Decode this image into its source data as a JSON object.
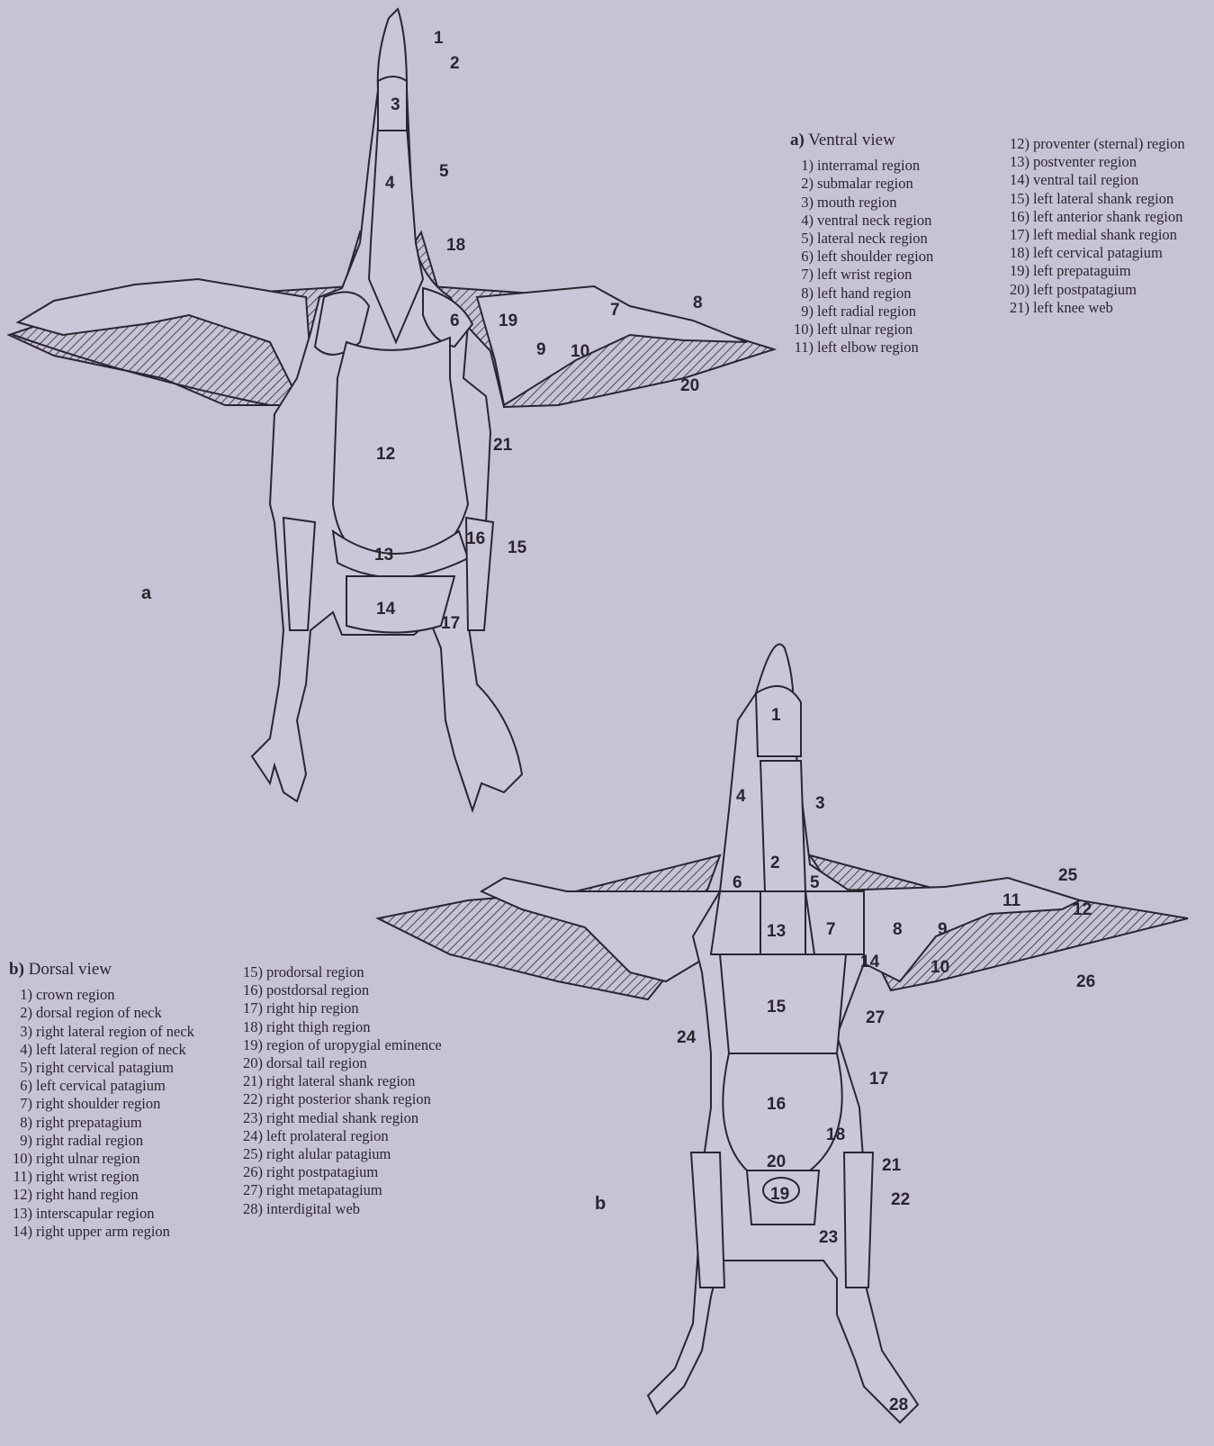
{
  "ventral": {
    "panel_letter": "a",
    "heading_letter": "a)",
    "heading_text": "Ventral view",
    "items_col1": [
      {
        "n": "1)",
        "t": "interramal region"
      },
      {
        "n": "2)",
        "t": "submalar region"
      },
      {
        "n": "3)",
        "t": "mouth region"
      },
      {
        "n": "4)",
        "t": "ventral neck region"
      },
      {
        "n": "5)",
        "t": "lateral neck region"
      },
      {
        "n": "6)",
        "t": "left shoulder region"
      },
      {
        "n": "7)",
        "t": "left wrist region"
      },
      {
        "n": "8)",
        "t": "left hand region"
      },
      {
        "n": "9)",
        "t": "left radial region"
      },
      {
        "n": "10)",
        "t": "left ulnar region"
      },
      {
        "n": "11)",
        "t": "left elbow region"
      }
    ],
    "items_col2": [
      {
        "n": "12)",
        "t": "proventer (sternal) region"
      },
      {
        "n": "13)",
        "t": "postventer region"
      },
      {
        "n": "14)",
        "t": "ventral tail region"
      },
      {
        "n": "15)",
        "t": "left lateral shank region"
      },
      {
        "n": "16)",
        "t": "left anterior shank region"
      },
      {
        "n": "17)",
        "t": "left medial shank region"
      },
      {
        "n": "18)",
        "t": "left cervical patagium"
      },
      {
        "n": "19)",
        "t": "left prepataguim"
      },
      {
        "n": "20)",
        "t": "left postpatagium"
      },
      {
        "n": "21)",
        "t": "left knee web"
      }
    ],
    "figure_labels": [
      "1",
      "2",
      "3",
      "4",
      "5",
      "18",
      "6",
      "19",
      "7",
      "8",
      "9",
      "10",
      "20",
      "12",
      "21",
      "16",
      "15",
      "13",
      "14",
      "17"
    ]
  },
  "dorsal": {
    "panel_letter": "b",
    "heading_letter": "b)",
    "heading_text": "Dorsal view",
    "items_col1": [
      {
        "n": "1)",
        "t": "crown region"
      },
      {
        "n": "2)",
        "t": "dorsal region of neck"
      },
      {
        "n": "3)",
        "t": "right lateral region of neck"
      },
      {
        "n": "4)",
        "t": "left lateral region of neck"
      },
      {
        "n": "5)",
        "t": "right cervical patagium"
      },
      {
        "n": "6)",
        "t": "left cervical patagium"
      },
      {
        "n": "7)",
        "t": "right shoulder region"
      },
      {
        "n": "8)",
        "t": "right prepatagium"
      },
      {
        "n": "9)",
        "t": "right radial region"
      },
      {
        "n": "10)",
        "t": "right ulnar region"
      },
      {
        "n": "11)",
        "t": "right wrist region"
      },
      {
        "n": "12)",
        "t": "right hand region"
      },
      {
        "n": "13)",
        "t": "interscapular region"
      },
      {
        "n": "14)",
        "t": "right upper arm region"
      }
    ],
    "items_col2": [
      {
        "n": "15)",
        "t": "prodorsal region"
      },
      {
        "n": "16)",
        "t": "postdorsal region"
      },
      {
        "n": "17)",
        "t": "right hip region"
      },
      {
        "n": "18)",
        "t": "right thigh region"
      },
      {
        "n": "19)",
        "t": "region of uropygial eminence"
      },
      {
        "n": "20)",
        "t": "dorsal tail region"
      },
      {
        "n": "21)",
        "t": "right lateral shank region"
      },
      {
        "n": "22)",
        "t": "right posterior shank region"
      },
      {
        "n": "23)",
        "t": "right medial shank region"
      },
      {
        "n": "24)",
        "t": "left prolateral region"
      },
      {
        "n": "25)",
        "t": "right alular patagium"
      },
      {
        "n": "26)",
        "t": "right postpatagium"
      },
      {
        "n": "27)",
        "t": "right metapatagium"
      },
      {
        "n": "28)",
        "t": "interdigital web"
      }
    ],
    "figure_labels": [
      "1",
      "4",
      "3",
      "2",
      "6",
      "5",
      "25",
      "11",
      "12",
      "13",
      "7",
      "8",
      "9",
      "14",
      "10",
      "26",
      "15",
      "27",
      "24",
      "17",
      "16",
      "18",
      "20",
      "21",
      "19",
      "22",
      "23",
      "28"
    ]
  },
  "colors": {
    "background": "#c6c3d4",
    "ink": "#2a2630",
    "region_fill": "#cac7d8"
  }
}
